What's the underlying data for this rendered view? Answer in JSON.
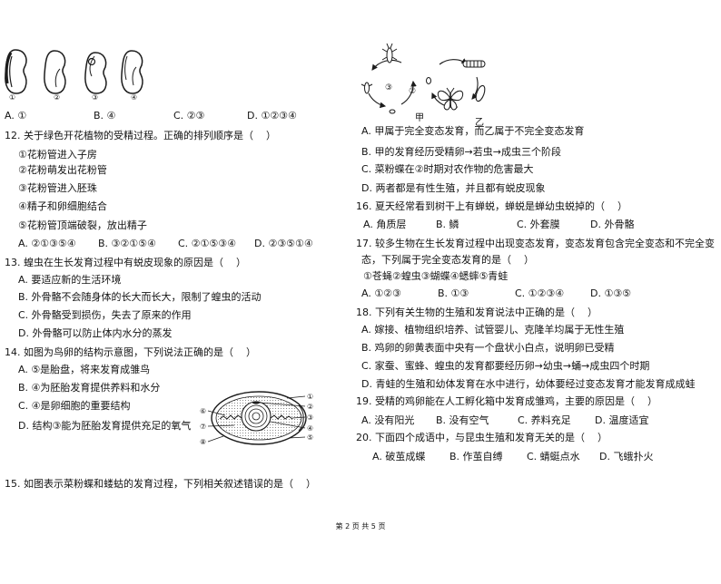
{
  "colors": {
    "paper": "#ffffff",
    "ink": "#141414"
  },
  "q11": {
    "figure_labels": [
      "①",
      "②",
      "③",
      "④"
    ],
    "options": [
      "A. ①",
      "B. ④",
      "C. ②③",
      "D. ①②③④"
    ]
  },
  "q12": {
    "stem": "12. 关于绿色开花植物的受精过程。正确的排列顺序是（    ）",
    "steps": [
      "①花粉管进入子房",
      "②花粉萌发出花粉管",
      "③花粉管进入胚珠",
      "④精子和卵细胞结合",
      "⑤花粉管顶端破裂，放出精子"
    ],
    "options": [
      "A. ②①③⑤④",
      "B. ③②①⑤④",
      "C. ②①⑤③④",
      "D. ②③⑤①④"
    ]
  },
  "q13": {
    "stem": "13. 蝗虫在生长发育过程中有蜕皮现象的原因是（    ）",
    "options": [
      "A. 要适应新的生活环境",
      "B. 外骨骼不会随身体的长大而长大，限制了蝗虫的活动",
      "C. 外骨骼受到损伤，失去了原来的作用",
      "D. 外骨骼可以防止体内水分的蒸发"
    ]
  },
  "q14": {
    "stem": "14. 如图为鸟卵的结构示意图，下列说法正确的是（    ）",
    "figure_labels": {
      "right": [
        "①",
        "②",
        "③",
        "④",
        "⑤"
      ],
      "left": [
        "⑥",
        "⑦",
        "⑧"
      ]
    },
    "options": [
      "A. ⑤是胎盘，将来发育成雏鸟",
      "B. ④为胚胎发育提供养料和水分",
      "C. ④是卵细胞的重要结构",
      "D. 结构③能为胚胎发育提供充足的氧气"
    ]
  },
  "q15": {
    "stem": "15. 如图表示菜粉蝶和蝼蛄的发育过程，下列相关叙述错误的是（    ）",
    "figure_labels": {
      "cycle_a": "甲",
      "cycle_b": "乙",
      "stages": [
        "③",
        "②"
      ]
    },
    "options": [
      "A. 甲属于完全变态发育，而乙属于不完全变态发育",
      "B. 甲的发育经历受精卵→若虫→成虫三个阶段",
      "C. 菜粉蝶在②时期对农作物的危害最大",
      "D. 两者都是有性生殖，并且都有蜕皮现象"
    ]
  },
  "q16": {
    "stem": "16. 夏天经常看到树干上有蝉蜕，蝉蜕是蝉幼虫蜕掉的（    ）",
    "options": [
      "A. 角质层",
      "B. 鳞",
      "C. 外套膜",
      "D. 外骨骼"
    ]
  },
  "q17": {
    "stem_line1": "17. 较多生物在生长发育过程中出现变态发育，变态发育包含完全变态和不完全变",
    "stem_line2": "态，下列属于完全变态发育的是（    ）",
    "items": "①苍蝇②蝗虫③蝴蝶④蟋蟀⑤青蛙",
    "options": [
      "A. ①②③",
      "B. ①③",
      "C. ①②③④",
      "D. ①③⑤"
    ]
  },
  "q18": {
    "stem": "18. 下列有关生物的生殖和发育说法中正确的是（    ）",
    "options": [
      "A. 嫁接、植物组织培养、试管婴儿、克隆羊均属于无性生殖",
      "B. 鸡卵的卵黄表面中央有一个盘状小白点，说明卵已受精",
      "C. 家蚕、蜜蜂、蝗虫的发育都要经历卵→幼虫→蛹→成虫四个时期",
      "D. 青蛙的生殖和幼体发育在水中进行，幼体要经过变态发育才能发育成成蛙"
    ]
  },
  "q19": {
    "stem": "19. 受精的鸡卵能在人工孵化箱中发育成雏鸡，主要的原因是（    ）",
    "options": [
      "A. 没有阳光",
      "B. 没有空气",
      "C. 养料充足",
      "D. 温度适宜"
    ]
  },
  "q20": {
    "stem": "20. 下面四个成语中，与昆虫生殖和发育无关的是（    ）",
    "options": [
      "A. 破茧成蝶",
      "B. 作茧自缚",
      "C. 蜻蜓点水",
      "D. 飞蛾扑火"
    ]
  },
  "footer": "第 2 页 共 5 页"
}
